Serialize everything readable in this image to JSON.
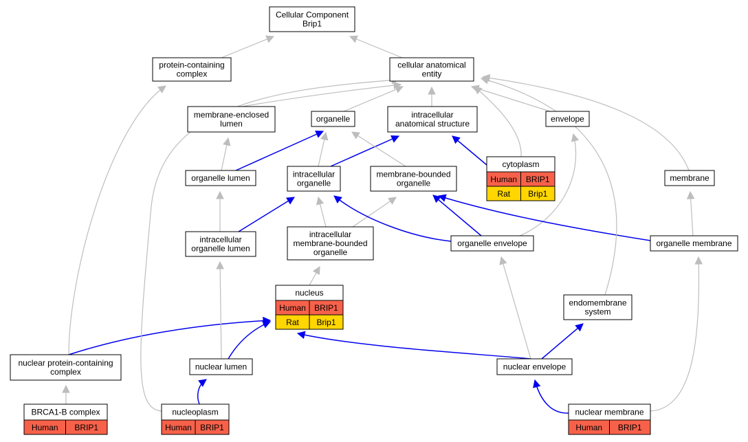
{
  "colors": {
    "is_a_edge": "#bdbdbd",
    "part_of_edge": "#0000ee",
    "human_row": "#f7614a",
    "rat_row": "#ffd600",
    "node_fill": "#ffffff",
    "node_border": "#000000"
  },
  "nodes": [
    {
      "id": "root",
      "lines": [
        "Cellular Component",
        "Brip1"
      ]
    },
    {
      "id": "protein_complex",
      "lines": [
        "protein-containing",
        "complex"
      ]
    },
    {
      "id": "cae",
      "lines": [
        "cellular anatomical",
        "entity"
      ]
    },
    {
      "id": "mel",
      "lines": [
        "membrane-enclosed",
        "lumen"
      ]
    },
    {
      "id": "organelle",
      "lines": [
        "organelle"
      ]
    },
    {
      "id": "ias",
      "lines": [
        "intracellular",
        "anatomical structure"
      ]
    },
    {
      "id": "envelope",
      "lines": [
        "envelope"
      ]
    },
    {
      "id": "cytoplasm",
      "lines": [
        "cytoplasm"
      ],
      "genes": [
        [
          "Human",
          "BRIP1"
        ],
        [
          "Rat",
          "Brip1"
        ]
      ]
    },
    {
      "id": "org_lumen",
      "lines": [
        "organelle lumen"
      ]
    },
    {
      "id": "intra_org",
      "lines": [
        "intracellular",
        "organelle"
      ]
    },
    {
      "id": "mbo",
      "lines": [
        "membrane-bounded",
        "organelle"
      ]
    },
    {
      "id": "membrane",
      "lines": [
        "membrane"
      ]
    },
    {
      "id": "iol",
      "lines": [
        "intracellular",
        "organelle lumen"
      ]
    },
    {
      "id": "imbo",
      "lines": [
        "intracellular",
        "membrane-bounded",
        "organelle"
      ]
    },
    {
      "id": "org_env",
      "lines": [
        "organelle envelope"
      ]
    },
    {
      "id": "org_mem",
      "lines": [
        "organelle membrane"
      ]
    },
    {
      "id": "nucleus",
      "lines": [
        "nucleus"
      ],
      "genes": [
        [
          "Human",
          "BRIP1"
        ],
        [
          "Rat",
          "Brip1"
        ]
      ]
    },
    {
      "id": "endo",
      "lines": [
        "endomembrane",
        "system"
      ]
    },
    {
      "id": "npc",
      "lines": [
        "nuclear protein-containing",
        "complex"
      ]
    },
    {
      "id": "nuc_lumen",
      "lines": [
        "nuclear lumen"
      ]
    },
    {
      "id": "nuc_env",
      "lines": [
        "nuclear envelope"
      ]
    },
    {
      "id": "brca1",
      "lines": [
        "BRCA1-B complex"
      ],
      "genes": [
        [
          "Human",
          "BRIP1"
        ]
      ]
    },
    {
      "id": "nucleoplasm",
      "lines": [
        "nucleoplasm"
      ],
      "genes": [
        [
          "Human",
          "BRIP1"
        ]
      ]
    },
    {
      "id": "nuc_mem",
      "lines": [
        "nuclear membrane"
      ],
      "genes": [
        [
          "Human",
          "BRIP1"
        ]
      ]
    }
  ],
  "edges": [
    {
      "from": "protein_complex",
      "to": "root",
      "rel": "is_a"
    },
    {
      "from": "cae",
      "to": "root",
      "rel": "is_a"
    },
    {
      "from": "mel",
      "to": "cae",
      "rel": "is_a"
    },
    {
      "from": "organelle",
      "to": "cae",
      "rel": "is_a"
    },
    {
      "from": "ias",
      "to": "cae",
      "rel": "is_a"
    },
    {
      "from": "envelope",
      "to": "cae",
      "rel": "is_a"
    },
    {
      "from": "cytoplasm",
      "to": "cae",
      "rel": "is_a"
    },
    {
      "from": "cytoplasm",
      "to": "ias",
      "rel": "part_of"
    },
    {
      "from": "membrane",
      "to": "cae",
      "rel": "is_a"
    },
    {
      "from": "org_lumen",
      "to": "mel",
      "rel": "is_a"
    },
    {
      "from": "org_lumen",
      "to": "organelle",
      "rel": "part_of"
    },
    {
      "from": "intra_org",
      "to": "organelle",
      "rel": "is_a"
    },
    {
      "from": "intra_org",
      "to": "ias",
      "rel": "part_of"
    },
    {
      "from": "mbo",
      "to": "organelle",
      "rel": "is_a"
    },
    {
      "from": "iol",
      "to": "org_lumen",
      "rel": "is_a"
    },
    {
      "from": "iol",
      "to": "intra_org",
      "rel": "part_of"
    },
    {
      "from": "imbo",
      "to": "intra_org",
      "rel": "is_a"
    },
    {
      "from": "imbo",
      "to": "mbo",
      "rel": "is_a"
    },
    {
      "from": "org_env",
      "to": "envelope",
      "rel": "is_a"
    },
    {
      "from": "org_env",
      "to": "intra_org",
      "rel": "part_of"
    },
    {
      "from": "org_env",
      "to": "mbo",
      "rel": "part_of"
    },
    {
      "from": "org_mem",
      "to": "membrane",
      "rel": "is_a"
    },
    {
      "from": "org_mem",
      "to": "mbo",
      "rel": "part_of"
    },
    {
      "from": "nucleus",
      "to": "imbo",
      "rel": "is_a"
    },
    {
      "from": "endo",
      "to": "cae",
      "rel": "is_a"
    },
    {
      "from": "npc",
      "to": "protein_complex",
      "rel": "is_a"
    },
    {
      "from": "npc",
      "to": "nucleus",
      "rel": "part_of"
    },
    {
      "from": "nuc_lumen",
      "to": "iol",
      "rel": "is_a"
    },
    {
      "from": "nuc_lumen",
      "to": "nucleus",
      "rel": "part_of"
    },
    {
      "from": "nuc_env",
      "to": "org_env",
      "rel": "is_a"
    },
    {
      "from": "nuc_env",
      "to": "nucleus",
      "rel": "part_of"
    },
    {
      "from": "nuc_env",
      "to": "endo",
      "rel": "part_of"
    },
    {
      "from": "brca1",
      "to": "npc",
      "rel": "is_a"
    },
    {
      "from": "nucleoplasm",
      "to": "cae",
      "rel": "is_a"
    },
    {
      "from": "nucleoplasm",
      "to": "nuc_lumen",
      "rel": "part_of"
    },
    {
      "from": "nuc_mem",
      "to": "org_mem",
      "rel": "is_a"
    },
    {
      "from": "nuc_mem",
      "to": "nuc_env",
      "rel": "part_of"
    }
  ]
}
